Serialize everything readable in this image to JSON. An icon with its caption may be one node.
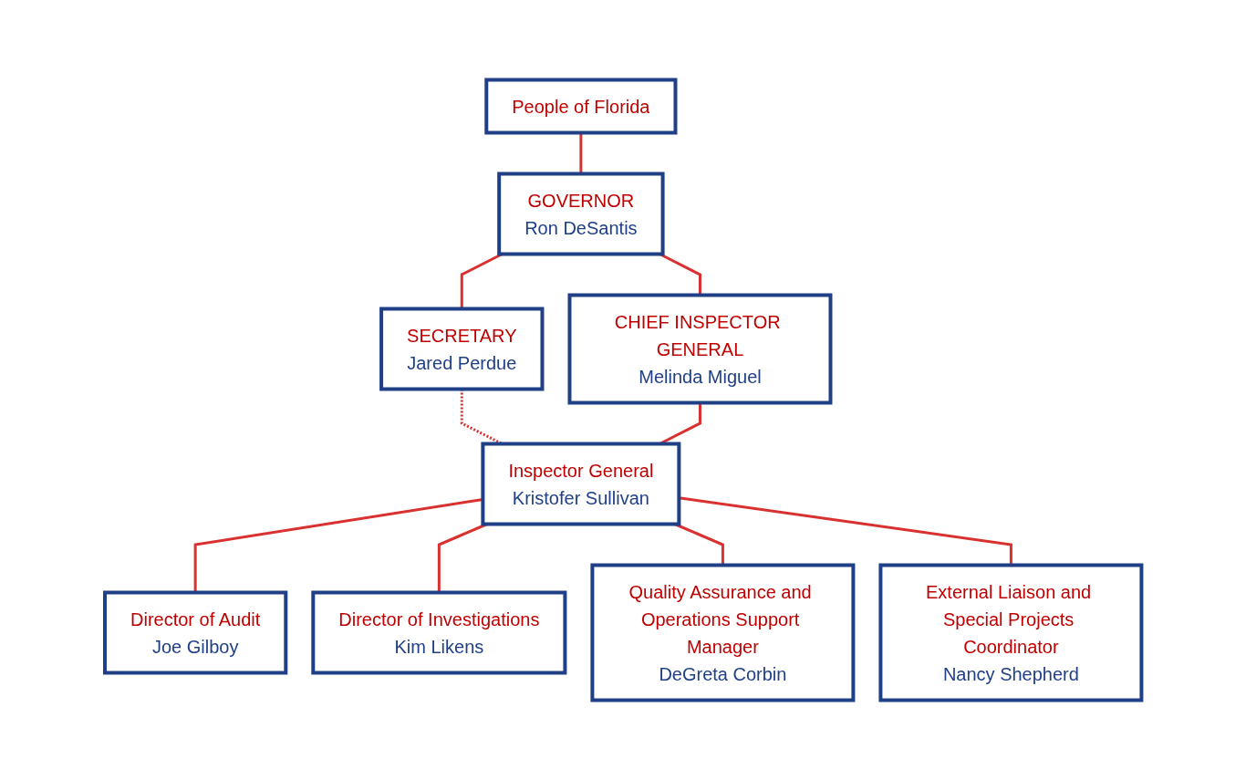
{
  "diagram": {
    "nodes": [
      {
        "text": [
          "People of Florida"
        ]
      },
      {
        "text": [
          "GOVERNOR",
          "Ron DeSantis"
        ]
      },
      {
        "text": [
          "SECRETARY",
          "Jared Perdue"
        ]
      },
      {
        "text": [
          "CHIEF INSPECTOR GENERAL",
          "Melinda Miguel"
        ]
      },
      {
        "text": [
          "Inspector General",
          "Kristofer Sullivan"
        ]
      },
      {
        "text": [
          "Director of Audit",
          "Joe Gilboy"
        ]
      },
      {
        "text": [
          "Director of Investigations",
          "Kim Likens"
        ]
      },
      {
        "text": [
          "Quality Assurance and Operations Support Manager",
          "DeGreta Corbin"
        ]
      },
      {
        "text": [
          "External Liaison and Special Projects Coordinator",
          "Nancy Shepherd"
        ]
      }
    ],
    "edges": [
      {
        "from": 0,
        "to": 1,
        "arrow": "none"
      },
      {
        "from": 1,
        "to": 2,
        "arrow": "none"
      },
      {
        "from": 1,
        "to": 3,
        "arrow": "none"
      },
      {
        "from": 2,
        "to": 4,
        "arrow": "none",
        "style": "dashed"
      },
      {
        "from": 3,
        "to": 4,
        "arrow": "none"
      },
      {
        "from": 4,
        "to": 5,
        "arrow": "none"
      },
      {
        "from": 4,
        "to": 6,
        "arrow": "none"
      },
      {
        "from": 4,
        "to": 7,
        "arrow": "none"
      },
      {
        "from": 4,
        "to": 8,
        "arrow": "none"
      }
    ]
  }
}
